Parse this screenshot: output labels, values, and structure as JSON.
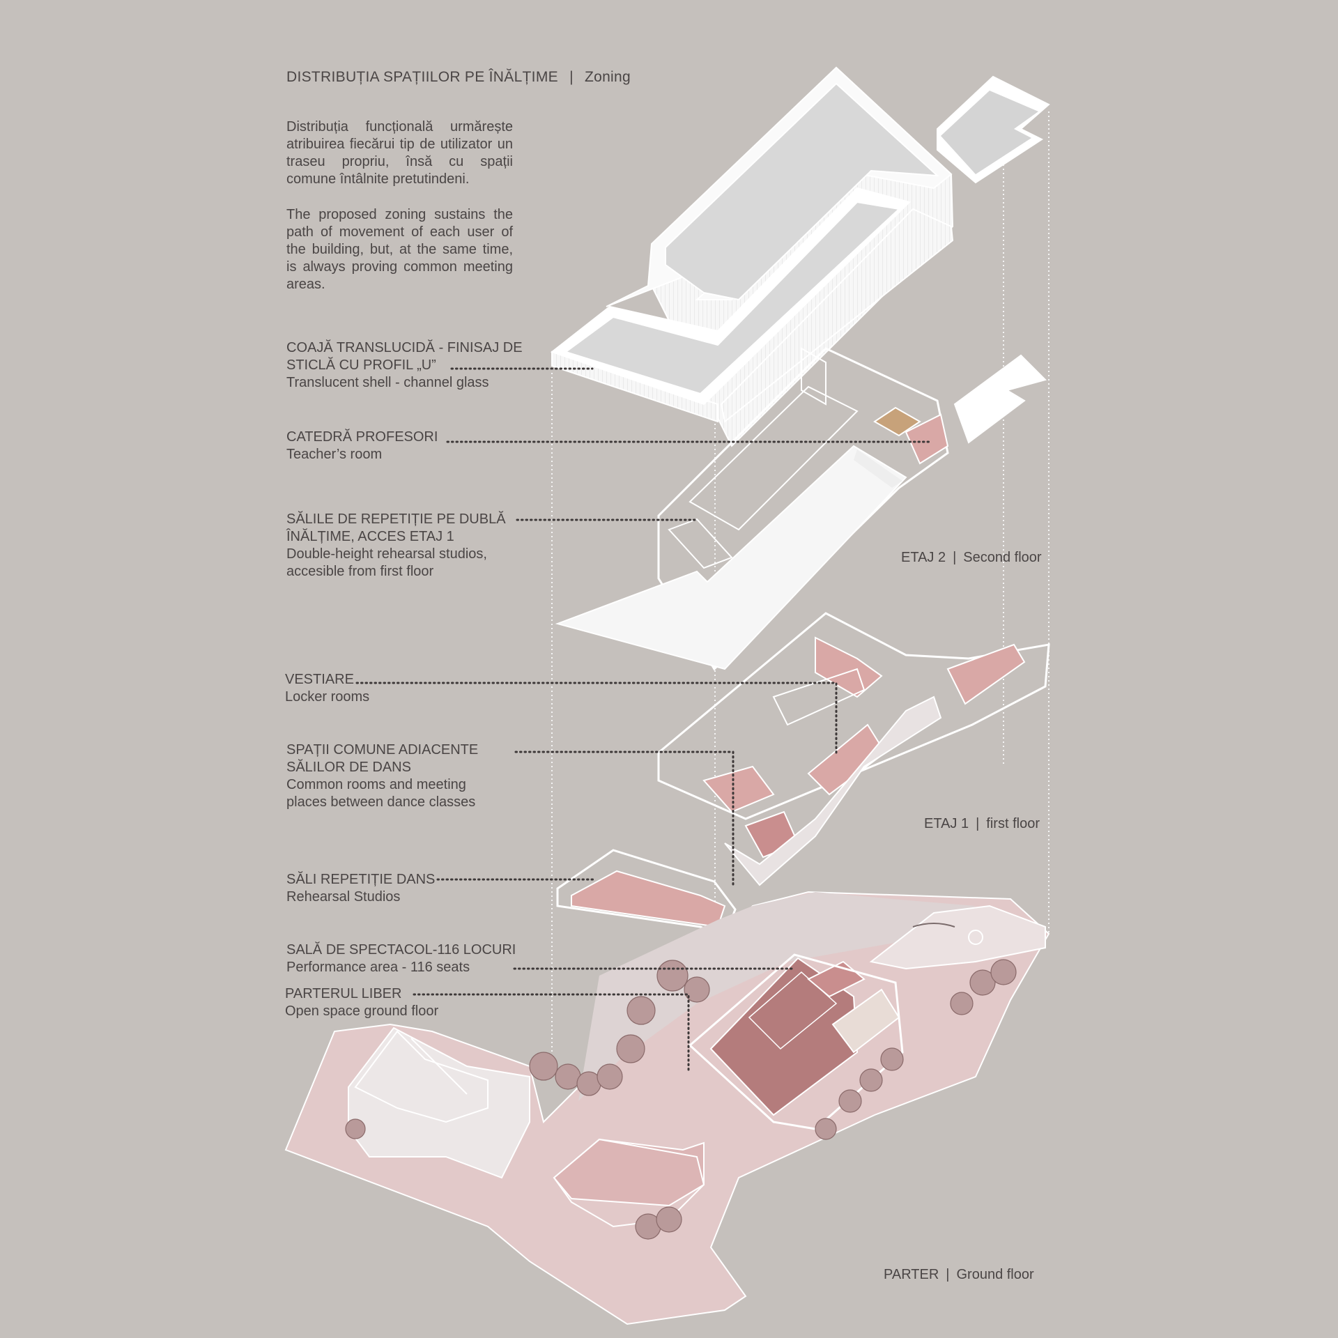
{
  "header": {
    "title_ro": "DISTRIBUȚIA SPAȚIILOR PE ÎNĂLȚIME",
    "title_sep": "|",
    "title_en": "Zoning"
  },
  "intro": {
    "ro": "Distribuția funcțională urmărește atribuirea fiecărui tip de utilizator un traseu propriu, însă cu spații comune întâlnite pretutindeni.",
    "en": "The proposed zoning sustains the path of movement of each user of the building, but, at the same time, is always proving common meeting areas."
  },
  "labels": {
    "shell": {
      "ro_1": "COAJĂ TRANSLUCIDĂ - FINISAJ DE",
      "ro_2": "STICLĂ CU PROFIL „U”",
      "en": "Translucent shell - channel glass"
    },
    "teacher": {
      "ro": "CATEDRĂ PROFESORI",
      "en": "Teacher’s room"
    },
    "double": {
      "ro_1": "SĂLILE DE REPETIȚIE PE DUBLĂ",
      "ro_2": "ÎNĂLȚIME, ACCES ETAJ 1",
      "en_1": "Double-height rehearsal studios,",
      "en_2": "accesible from first floor"
    },
    "lockers": {
      "ro": "VESTIARE",
      "en": "Locker rooms"
    },
    "common": {
      "ro_1": "SPAȚII COMUNE ADIACENTE",
      "ro_2": "SĂLILOR DE DANS",
      "en_1": "Common rooms and meeting",
      "en_2": "places between dance classes"
    },
    "studios": {
      "ro": "SĂLI REPETIȚIE DANS",
      "en": "Rehearsal Studios"
    },
    "hall": {
      "ro": "SALĂ DE SPECTACOL-116 LOCURI",
      "en": "Performance area - 116 seats"
    },
    "ground": {
      "ro": "PARTERUL LIBER",
      "en": "Open space ground floor"
    }
  },
  "floors": {
    "second": {
      "ro": "ETAJ 2",
      "sep": "|",
      "en": "Second floor"
    },
    "first": {
      "ro": "ETAJ 1",
      "sep": "|",
      "en": "first floor"
    },
    "ground": {
      "ro": "PARTER",
      "sep": "|",
      "en": "Ground floor"
    }
  },
  "colors": {
    "background": "#c5c0bc",
    "text": "#4a4545",
    "white_volume": "#fbfbfb",
    "roof_grey": "#d6d6d6",
    "studio_pink": "#d9a8a6",
    "ground_pink": "#e2c9c9",
    "hall_dark": "#b47c7c",
    "teacher_tan": "#c7a27a"
  }
}
